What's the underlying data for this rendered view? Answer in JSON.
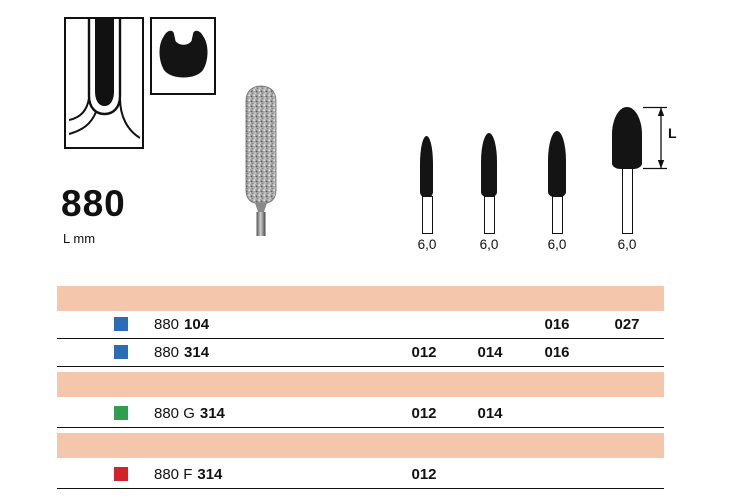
{
  "header": {
    "figure_number": "880",
    "length_unit_label": "L mm",
    "dimension_label": "L"
  },
  "silhouettes": {
    "lengths": [
      "6,0",
      "6,0",
      "6,0",
      "6,0"
    ]
  },
  "table": {
    "rows": [
      {
        "label_prefix": "880",
        "label_suffix": "104",
        "swatch_color": "#2a6cb5",
        "values": [
          "",
          "",
          "016",
          "027"
        ]
      },
      {
        "label_prefix": "880",
        "label_suffix": "314",
        "swatch_color": "#2a6cb5",
        "values": [
          "012",
          "014",
          "016",
          ""
        ]
      },
      {
        "label_prefix": "880 G",
        "label_suffix": "314",
        "swatch_color": "#2f9e4f",
        "values": [
          "012",
          "014",
          "",
          ""
        ]
      },
      {
        "label_prefix": "880 F",
        "label_suffix": "314",
        "swatch_color": "#d2232b",
        "values": [
          "012",
          "",
          "",
          ""
        ]
      }
    ]
  },
  "colors": {
    "band": "#f4c6ac",
    "silhouette": "#141414"
  }
}
